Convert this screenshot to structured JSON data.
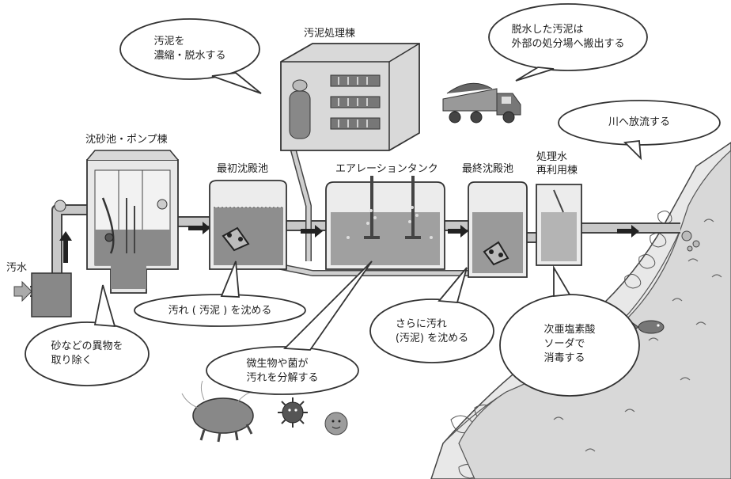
{
  "labels": {
    "inflow": "汚水",
    "grit_pump": "沈砂池・ポンプ棟",
    "primary": "最初沈殿池",
    "aeration": "エアレーションタンク",
    "final": "最終沈殿池",
    "reuse": "処理水\n再利用棟",
    "sludge_building": "汚泥処理棟"
  },
  "bubbles": {
    "sludge_thicken": "汚泥を\n濃縮・脱水する",
    "sludge_disposal": "脱水した汚泥は\n外部の処分場へ搬出する",
    "discharge": "川へ放流する",
    "grit_remove": "砂などの異物を\n取り除く",
    "settle_primary": "汚れ ( 汚泥 ) を沈める",
    "microbes": "微生物や菌が\n汚れを分解する",
    "settle_final": "さらに汚れ\n(汚泥) を沈める",
    "disinfect": "次亜塩素酸\nソーダで\n消毒する"
  },
  "colors": {
    "outline": "#333333",
    "tank_fill": "#e6e6e6",
    "water": "#8c8c8c",
    "pipe": "#b8b8b8",
    "river": "#d0d0d0",
    "stone": "#c4c4c4"
  }
}
